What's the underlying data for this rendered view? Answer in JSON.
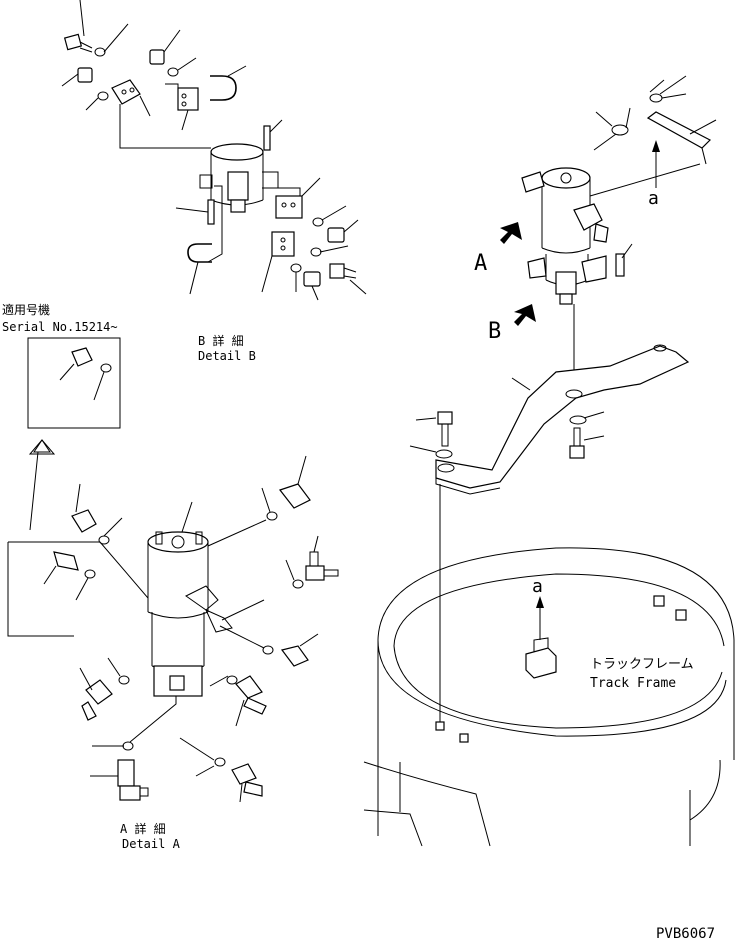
{
  "labels": {
    "serial_jp": "適用号機",
    "serial_en": "Serial No.15214~",
    "detail_b_jp": "B 詳 細",
    "detail_b_en": "Detail B",
    "detail_a_jp": "A 詳 細",
    "detail_a_en": "Detail A",
    "view_a": "A",
    "view_b": "B",
    "ref_a_top": "a",
    "ref_a_frame": "a",
    "track_frame_jp": "トラックフレーム",
    "track_frame_en": "Track Frame",
    "drawing_code": "PVB6067"
  }
}
